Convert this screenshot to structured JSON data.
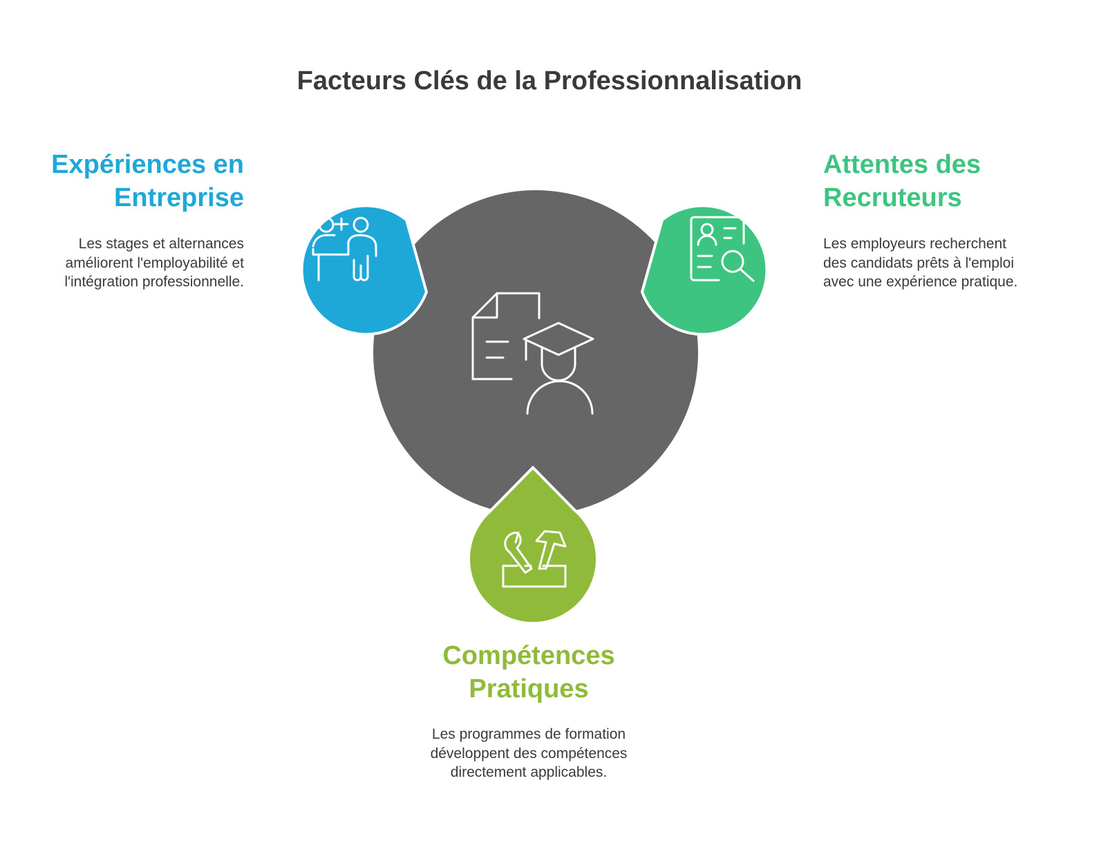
{
  "title": "Facteurs Clés de la Professionnalisation",
  "colors": {
    "center": "#666666",
    "left": "#1ea8d8",
    "right": "#3cc480",
    "bottom": "#8fba3a",
    "text": "#3a3a3a"
  },
  "center": {
    "icon": "graduate-document-icon"
  },
  "left": {
    "icon": "mentor-presentation-icon",
    "title_lines": [
      "Expériences en",
      "Entreprise"
    ],
    "desc_lines": [
      "Les stages et alternances",
      "améliorent l'employabilité et",
      "l'intégration professionnelle."
    ]
  },
  "right": {
    "icon": "resume-search-icon",
    "title_lines": [
      "Attentes des",
      "Recruteurs"
    ],
    "desc_lines": [
      "Les employeurs recherchent",
      "des candidats prêts à l'emploi",
      "avec une expérience pratique."
    ]
  },
  "bottom": {
    "icon": "toolbox-icon",
    "title_lines": [
      "Compétences",
      "Pratiques"
    ],
    "desc_lines": [
      "Les programmes de formation",
      "développent des compétences",
      "directement applicables."
    ]
  }
}
